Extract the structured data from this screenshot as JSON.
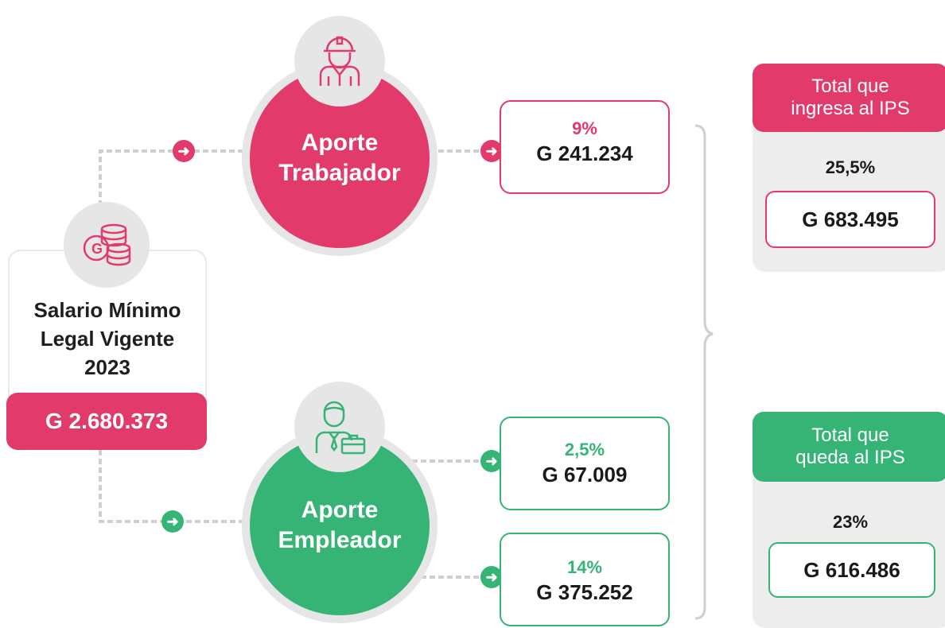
{
  "salary": {
    "title_line1": "Salario Mínimo",
    "title_line2": "Legal Vigente",
    "title_line3": "2023",
    "amount": "G 2.680.373"
  },
  "worker": {
    "label_line1": "Aporte",
    "label_line2": "Trabajador",
    "pct": "9%",
    "amount": "G 241.234"
  },
  "employer": {
    "label_line1": "Aporte",
    "label_line2": "Empleador",
    "items": [
      {
        "pct": "2,5%",
        "amount": "G 67.009"
      },
      {
        "pct": "14%",
        "amount": "G 375.252"
      }
    ]
  },
  "total_ingresa": {
    "header_line1": "Total que",
    "header_line2": "ingresa al IPS",
    "pct": "25,5%",
    "amount": "G 683.495"
  },
  "total_queda": {
    "header_line1": "Total que",
    "header_line2": "queda al IPS",
    "pct": "23%",
    "amount": "G 616.486"
  },
  "colors": {
    "pink": "#e13a6b",
    "green": "#35b476",
    "gray": "#e6e6e6"
  },
  "icons": [
    "coins-icon",
    "worker-helmet-icon",
    "businessman-briefcase-icon",
    "arrow-right-icon"
  ]
}
